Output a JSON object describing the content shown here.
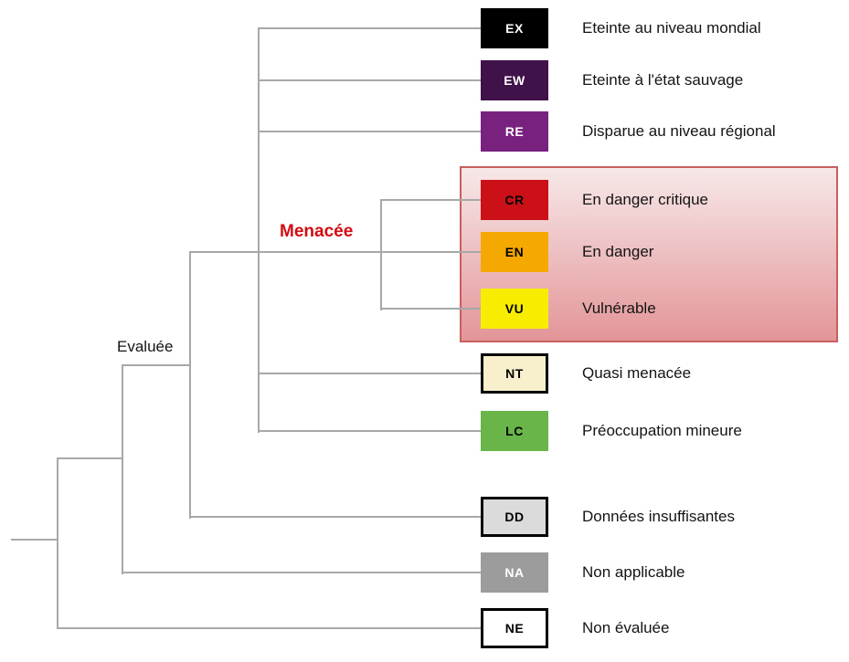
{
  "diagram": {
    "group_labels": {
      "threatened": "Menacée",
      "evaluated": "Evaluée"
    },
    "colors": {
      "tree_line": "#a8a8a8",
      "threatened_label_text": "#d20a11",
      "threatened_panel_border": "#c75f5f",
      "threatened_panel_gradient_top": "#f7e8e8",
      "threatened_panel_gradient_bottom": "#e39598"
    },
    "categories": [
      {
        "code": "EX",
        "label": "Eteinte au niveau mondial",
        "box_color": "#000000",
        "text_color": "#ffffff",
        "border_width": "0px"
      },
      {
        "code": "EW",
        "label": "Eteinte à l'état sauvage",
        "box_color": "#3f1249",
        "text_color": "#ffffff",
        "border_width": "0px"
      },
      {
        "code": "RE",
        "label": "Disparue au niveau régional",
        "box_color": "#78217e",
        "text_color": "#ffffff",
        "border_width": "0px"
      },
      {
        "code": "CR",
        "label": "En danger critique",
        "box_color": "#cb1117",
        "text_color": "#000000",
        "border_width": "0px"
      },
      {
        "code": "EN",
        "label": "En danger",
        "box_color": "#f4a800",
        "text_color": "#000000",
        "border_width": "0px"
      },
      {
        "code": "VU",
        "label": "Vulnérable",
        "box_color": "#f8ec00",
        "text_color": "#000000",
        "border_width": "0px"
      },
      {
        "code": "NT",
        "label": "Quasi menacée",
        "box_color": "#f8efcd",
        "text_color": "#000000",
        "border_width": "3px"
      },
      {
        "code": "LC",
        "label": "Préoccupation mineure",
        "box_color": "#6ab54a",
        "text_color": "#000000",
        "border_width": "0px"
      },
      {
        "code": "DD",
        "label": "Données insuffisantes",
        "box_color": "#dbdbdb",
        "text_color": "#000000",
        "border_width": "3px"
      },
      {
        "code": "NA",
        "label": "Non applicable",
        "box_color": "#9c9c9c",
        "text_color": "#ffffff",
        "border_width": "0px"
      },
      {
        "code": "NE",
        "label": "Non évaluée",
        "box_color": "#ffffff",
        "text_color": "#000000",
        "border_width": "3px"
      }
    ]
  }
}
